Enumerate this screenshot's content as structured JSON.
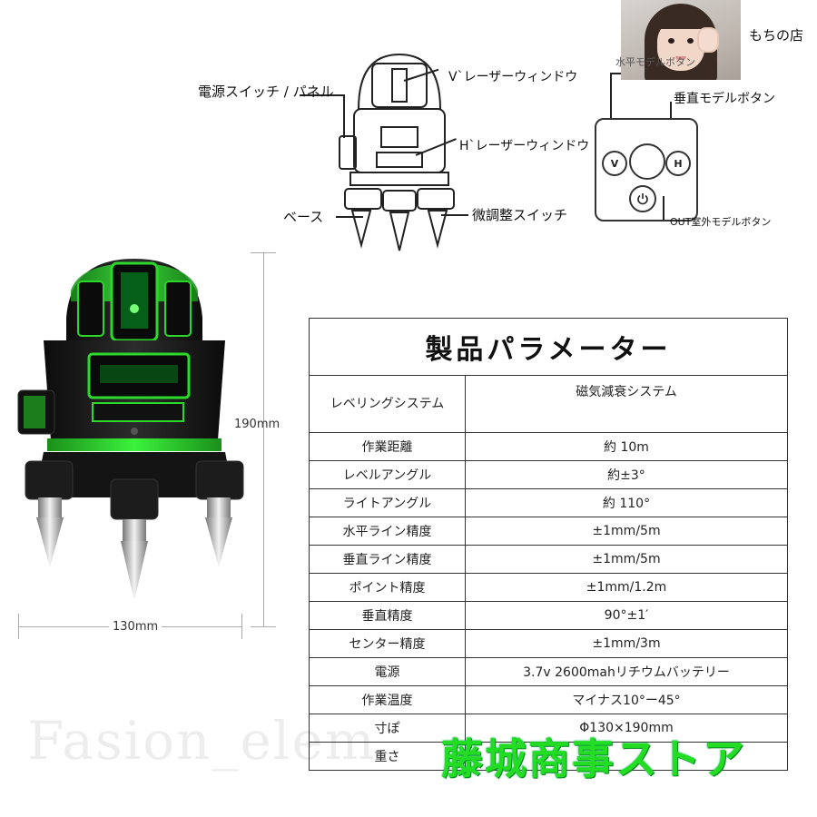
{
  "shop": {
    "name": "もちの店"
  },
  "diagram": {
    "labels": {
      "power_panel": "電源スイッチ / パネル",
      "v_window": "V`レーザーウィンドウ",
      "h_window": "H`レーザーウィンドウ",
      "base": "ベース",
      "fine_adjust": "微調整スイッチ"
    },
    "panel_labels": {
      "horizontal_mode": "水平モデルボタン",
      "vertical_mode": "垂直モデルボタン",
      "outdoor_mode": "OUT室外モデルボタン"
    },
    "buttons": {
      "v": "V",
      "h": "H"
    }
  },
  "dimensions": {
    "height": "190mm",
    "width": "130mm"
  },
  "params": {
    "title": "製品パラメーター",
    "rows": [
      {
        "key": "レベリングシステム",
        "value": "磁気減衰システム"
      },
      {
        "key": "作業距離",
        "value": "約 10m"
      },
      {
        "key": "レベルアングル",
        "value": "約±3°"
      },
      {
        "key": "ライトアングル",
        "value": "約 110°"
      },
      {
        "key": "水平ライン精度",
        "value": "±1mm/5m"
      },
      {
        "key": "垂直ライン精度",
        "value": "±1mm/5m"
      },
      {
        "key": "ポイント精度",
        "value": "±1mm/1.2m"
      },
      {
        "key": "垂直精度",
        "value": "90°±1′"
      },
      {
        "key": "センター精度",
        "value": "±1mm/3m"
      },
      {
        "key": "電源",
        "value": "3.7v 2600mahリチウムバッテリー"
      },
      {
        "key": "作業温度",
        "value": "マイナス10°ー45°"
      },
      {
        "key": "寸ぽ",
        "value": "Φ130×190mm"
      },
      {
        "key": "重さ",
        "value": ""
      }
    ]
  },
  "watermark": "Fasion_elem",
  "store_banner": "藤城商事ストア",
  "colors": {
    "laser_green": "#2bd92b",
    "device_black": "#1a1a1a",
    "banner_green": "#22dd22"
  }
}
